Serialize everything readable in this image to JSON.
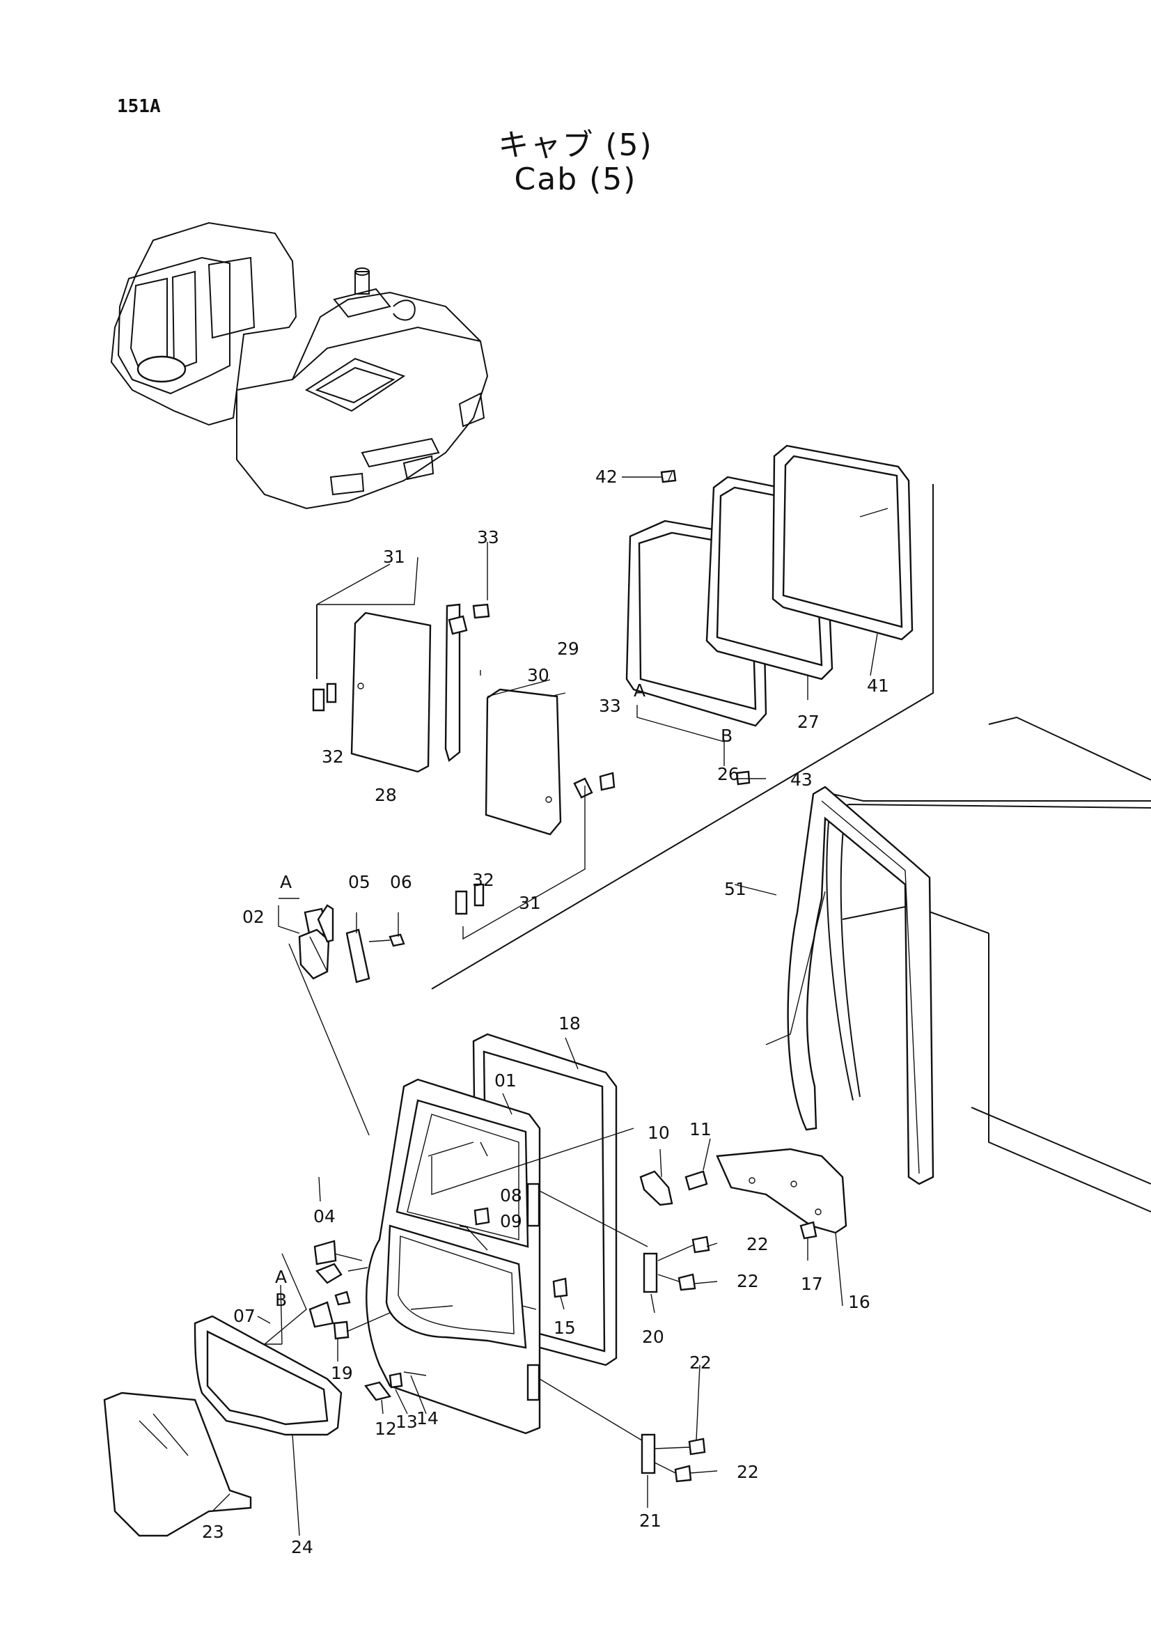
{
  "page": {
    "code": "151A",
    "title_ja": "キャブ (5)",
    "title_en": "Cab (5)"
  },
  "callouts": {
    "c01": "01",
    "c02": "02",
    "c04": "04",
    "c05": "05",
    "c06": "06",
    "c07": "07",
    "c08": "08",
    "c09": "09",
    "c10": "10",
    "c11": "11",
    "c12": "12",
    "c13": "13",
    "c14": "14",
    "c15": "15",
    "c16": "16",
    "c17": "17",
    "c18": "18",
    "c19": "19",
    "c20": "20",
    "c21": "21",
    "c22a": "22",
    "c22b": "22",
    "c22c": "22",
    "c22d": "22",
    "c23": "23",
    "c24": "24",
    "c26": "26",
    "c27": "27",
    "c28": "28",
    "c29": "29",
    "c30": "30",
    "c31a": "31",
    "c31b": "31",
    "c32a": "32",
    "c32b": "32",
    "c33a": "33",
    "c33b": "33",
    "c41": "41",
    "c42": "42",
    "c43": "43",
    "c51": "51",
    "subA1": "A",
    "subB1": "B",
    "subA2": "A",
    "subA3": "A",
    "subB3": "B"
  }
}
